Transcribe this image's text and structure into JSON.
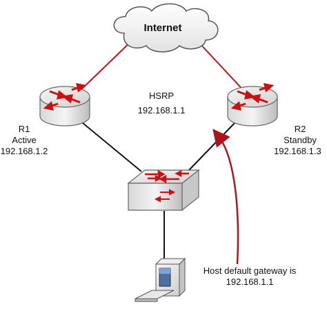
{
  "cloud": {
    "label": "Internet"
  },
  "hsrp": {
    "title": "HSRP",
    "virtual_ip": "192.168.1.1"
  },
  "routers": [
    {
      "name": "R1",
      "role": "Active",
      "ip": "192.168.1.2"
    },
    {
      "name": "R2",
      "role": "Standby",
      "ip": "192.168.1.3"
    }
  ],
  "host_note": {
    "line1": "Host default gateway is",
    "line2": "192.168.1.1"
  },
  "colors": {
    "link_red": "#c0121a",
    "link_black": "#111111",
    "device_fill": "#e9e9e9",
    "arrow_red": "#cc1111",
    "background": "#ffffff"
  }
}
